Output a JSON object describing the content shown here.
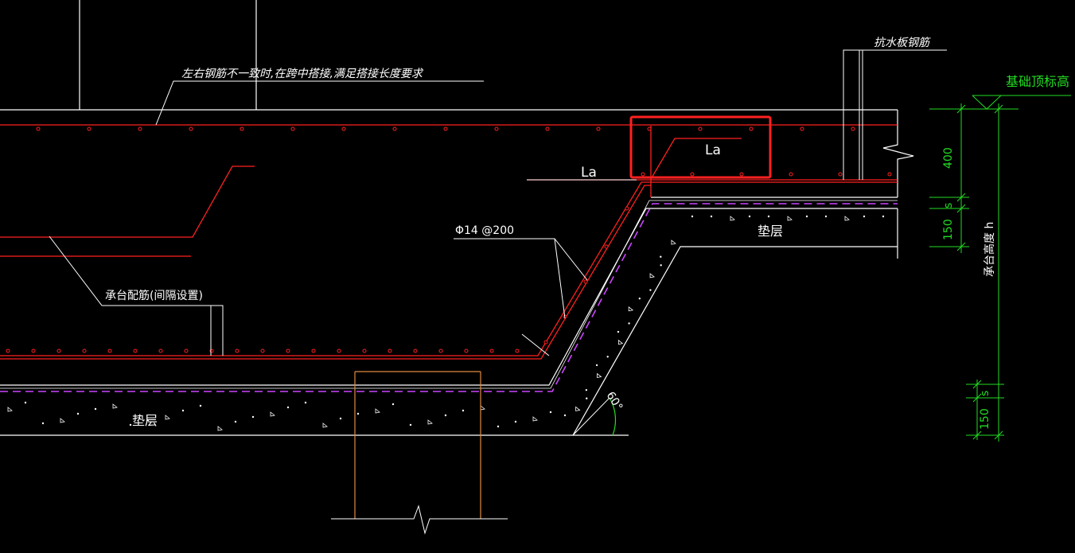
{
  "drawing": {
    "annotations": {
      "lap_note": "左右钢筋不一致时,在跨中搭接,满足搭接长度要求",
      "waterproof_rebar": "抗水板钢筋",
      "foundation_top": "基础顶标高",
      "pile_cap_rebar": "承台配筋(间隔设置)",
      "rebar_spec": "Φ14 @200",
      "anchor_len_inner": "La",
      "anchor_len_outer": "La",
      "cushion_bottom": "垫层",
      "cushion_right": "垫层",
      "angle": "60°",
      "cap_height": "承台高度 h"
    },
    "dimensions": {
      "d400": "400",
      "s_top": "s",
      "d150_top": "150",
      "s_bottom": "s",
      "d150_bottom": "150"
    },
    "colors": {
      "background": "#000000",
      "rebar": "#ff2020",
      "outline": "#ffffff",
      "dimension": "#22dd22",
      "waterproof_line": "#cc44ff",
      "column": "#e08a40",
      "highlight": "#ff2020"
    }
  }
}
